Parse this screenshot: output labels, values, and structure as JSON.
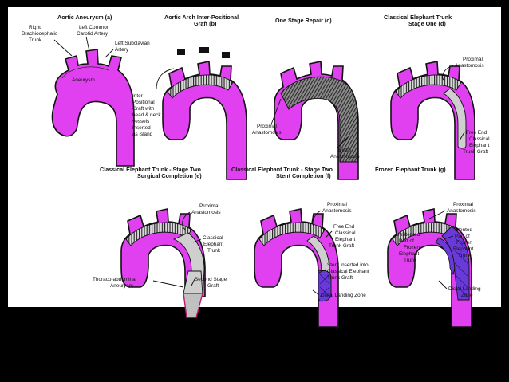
{
  "colors": {
    "aorta": "#e040f0",
    "graft": "#9a9a9a",
    "stent": "#6a3ad8",
    "background": "#ffffff",
    "frame": "#000000"
  },
  "panels": {
    "a": {
      "title": "Aortic Aneurysm (a)",
      "labels": {
        "brachio": [
          "Right",
          "Brachiocephalic",
          "Trunk"
        ],
        "carotid": [
          "Left Common",
          "Carotid Artery"
        ],
        "subclavian": [
          "Left Subclavian",
          "Artery"
        ],
        "aneurysm": "Aneurysm"
      }
    },
    "b": {
      "title": [
        "Aortic Arch Inter-Positional",
        "Graft (b)"
      ],
      "labels": {
        "graft_note": [
          "Inter-",
          "Positional",
          "Graft with",
          "head & neck",
          "vessels",
          "inserted",
          "as island"
        ]
      }
    },
    "c": {
      "title": "One Stage Repair (c)",
      "labels": {
        "proximal": [
          "Proximal",
          "Anastomosis"
        ],
        "distal": [
          "Distal",
          "Anastomosis"
        ]
      }
    },
    "d": {
      "title": [
        "Classical Elephant Trunk",
        "Stage One (d)"
      ],
      "labels": {
        "proximal": [
          "Proximal",
          "Anastomosis"
        ],
        "free_end": [
          "Free End",
          "Classical",
          "Elephant",
          "Trunk Graft"
        ]
      }
    },
    "e": {
      "title": [
        "Classical Elephant Trunk - Stage Two",
        "Surgical Completion (e)"
      ],
      "labels": {
        "proximal": [
          "Proximal",
          "Anastomosis"
        ],
        "trunk": [
          "Classical",
          "Elephant",
          "Trunk"
        ],
        "thoraco": [
          "Thoraco-abdominal",
          "Aneurysm"
        ],
        "second": [
          "Second Stage",
          "Graft"
        ]
      }
    },
    "f": {
      "title": [
        "Classical Elephant Trunk - Stage Two",
        "Stent Completion (f)"
      ],
      "labels": {
        "proximal": [
          "Proximal",
          "Anastomosis"
        ],
        "free_end": [
          "Free End",
          "Classical",
          "Elephant",
          "Trunk Graft"
        ],
        "stent": [
          "Stent inserted into",
          "Classical Elephant",
          "Trunk Graft"
        ],
        "landing": "Distal Landing Zone"
      }
    },
    "g": {
      "title": "Frozen Elephant Trunk (g)",
      "labels": {
        "proximal": [
          "Proximal",
          "Anastomosis"
        ],
        "unstented": [
          "UnStented",
          "Part of",
          "Frozen",
          "Elephant",
          "Trunk"
        ],
        "stented": [
          "Stented",
          "Part of",
          "Frozen",
          "Elephant",
          "Trunk"
        ],
        "landing": [
          "Distal Landing",
          "Zone"
        ]
      }
    }
  }
}
